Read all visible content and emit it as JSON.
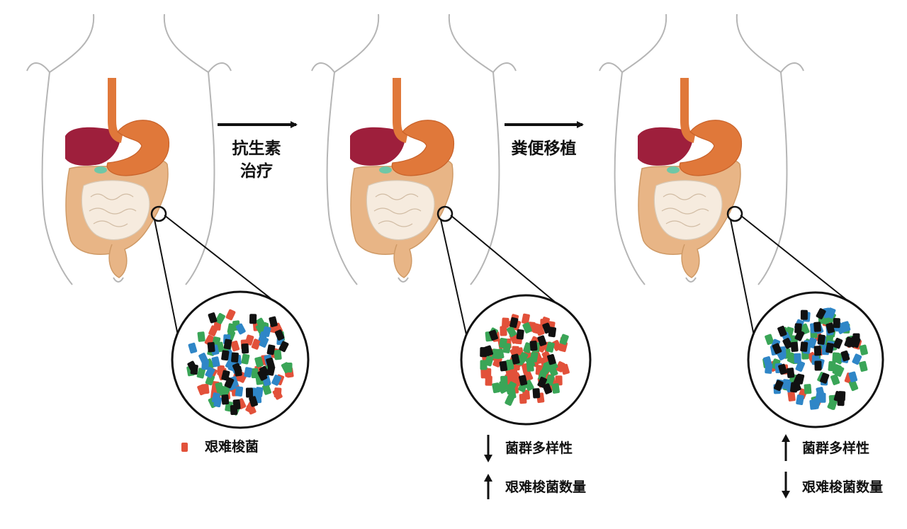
{
  "colors": {
    "c_difficile": "#e2513a",
    "green_bacteria": "#3aa557",
    "blue_bacteria": "#2f86c7",
    "black_bacteria": "#111111",
    "liver": "#9e1f3c",
    "stomach": "#e0783a",
    "large_intestine": "#e8b586",
    "small_intestine": "#f6ebde",
    "gallbladder": "#6fc7a6",
    "body_outline": "#b5b5b5"
  },
  "arrows": {
    "antibiotics": "抗生素\n治疗",
    "fmt": "粪便移植"
  },
  "legend": {
    "c_difficile": "艰难梭菌"
  },
  "outcomes": {
    "after_antibiotics": {
      "diversity": "菌群多样性",
      "diversity_direction": "down",
      "c_diff_count": "艰难梭菌数量",
      "c_diff_direction": "up"
    },
    "after_fmt": {
      "diversity": "菌群多样性",
      "diversity_direction": "up",
      "c_diff_count": "艰难梭菌数量",
      "c_diff_direction": "down"
    }
  },
  "panels": [
    {
      "id": "before",
      "mix": {
        "red": 0.3,
        "green": 0.27,
        "blue": 0.23,
        "black": 0.2
      }
    },
    {
      "id": "after_antibiotics",
      "mix": {
        "red": 0.58,
        "green": 0.3,
        "blue": 0.0,
        "black": 0.12
      }
    },
    {
      "id": "after_fmt",
      "mix": {
        "red": 0.1,
        "green": 0.33,
        "blue": 0.32,
        "black": 0.25
      }
    }
  ],
  "icons": [
    "arrow-right-icon",
    "arrow-up-icon",
    "arrow-down-icon",
    "red-bacterium-icon"
  ]
}
